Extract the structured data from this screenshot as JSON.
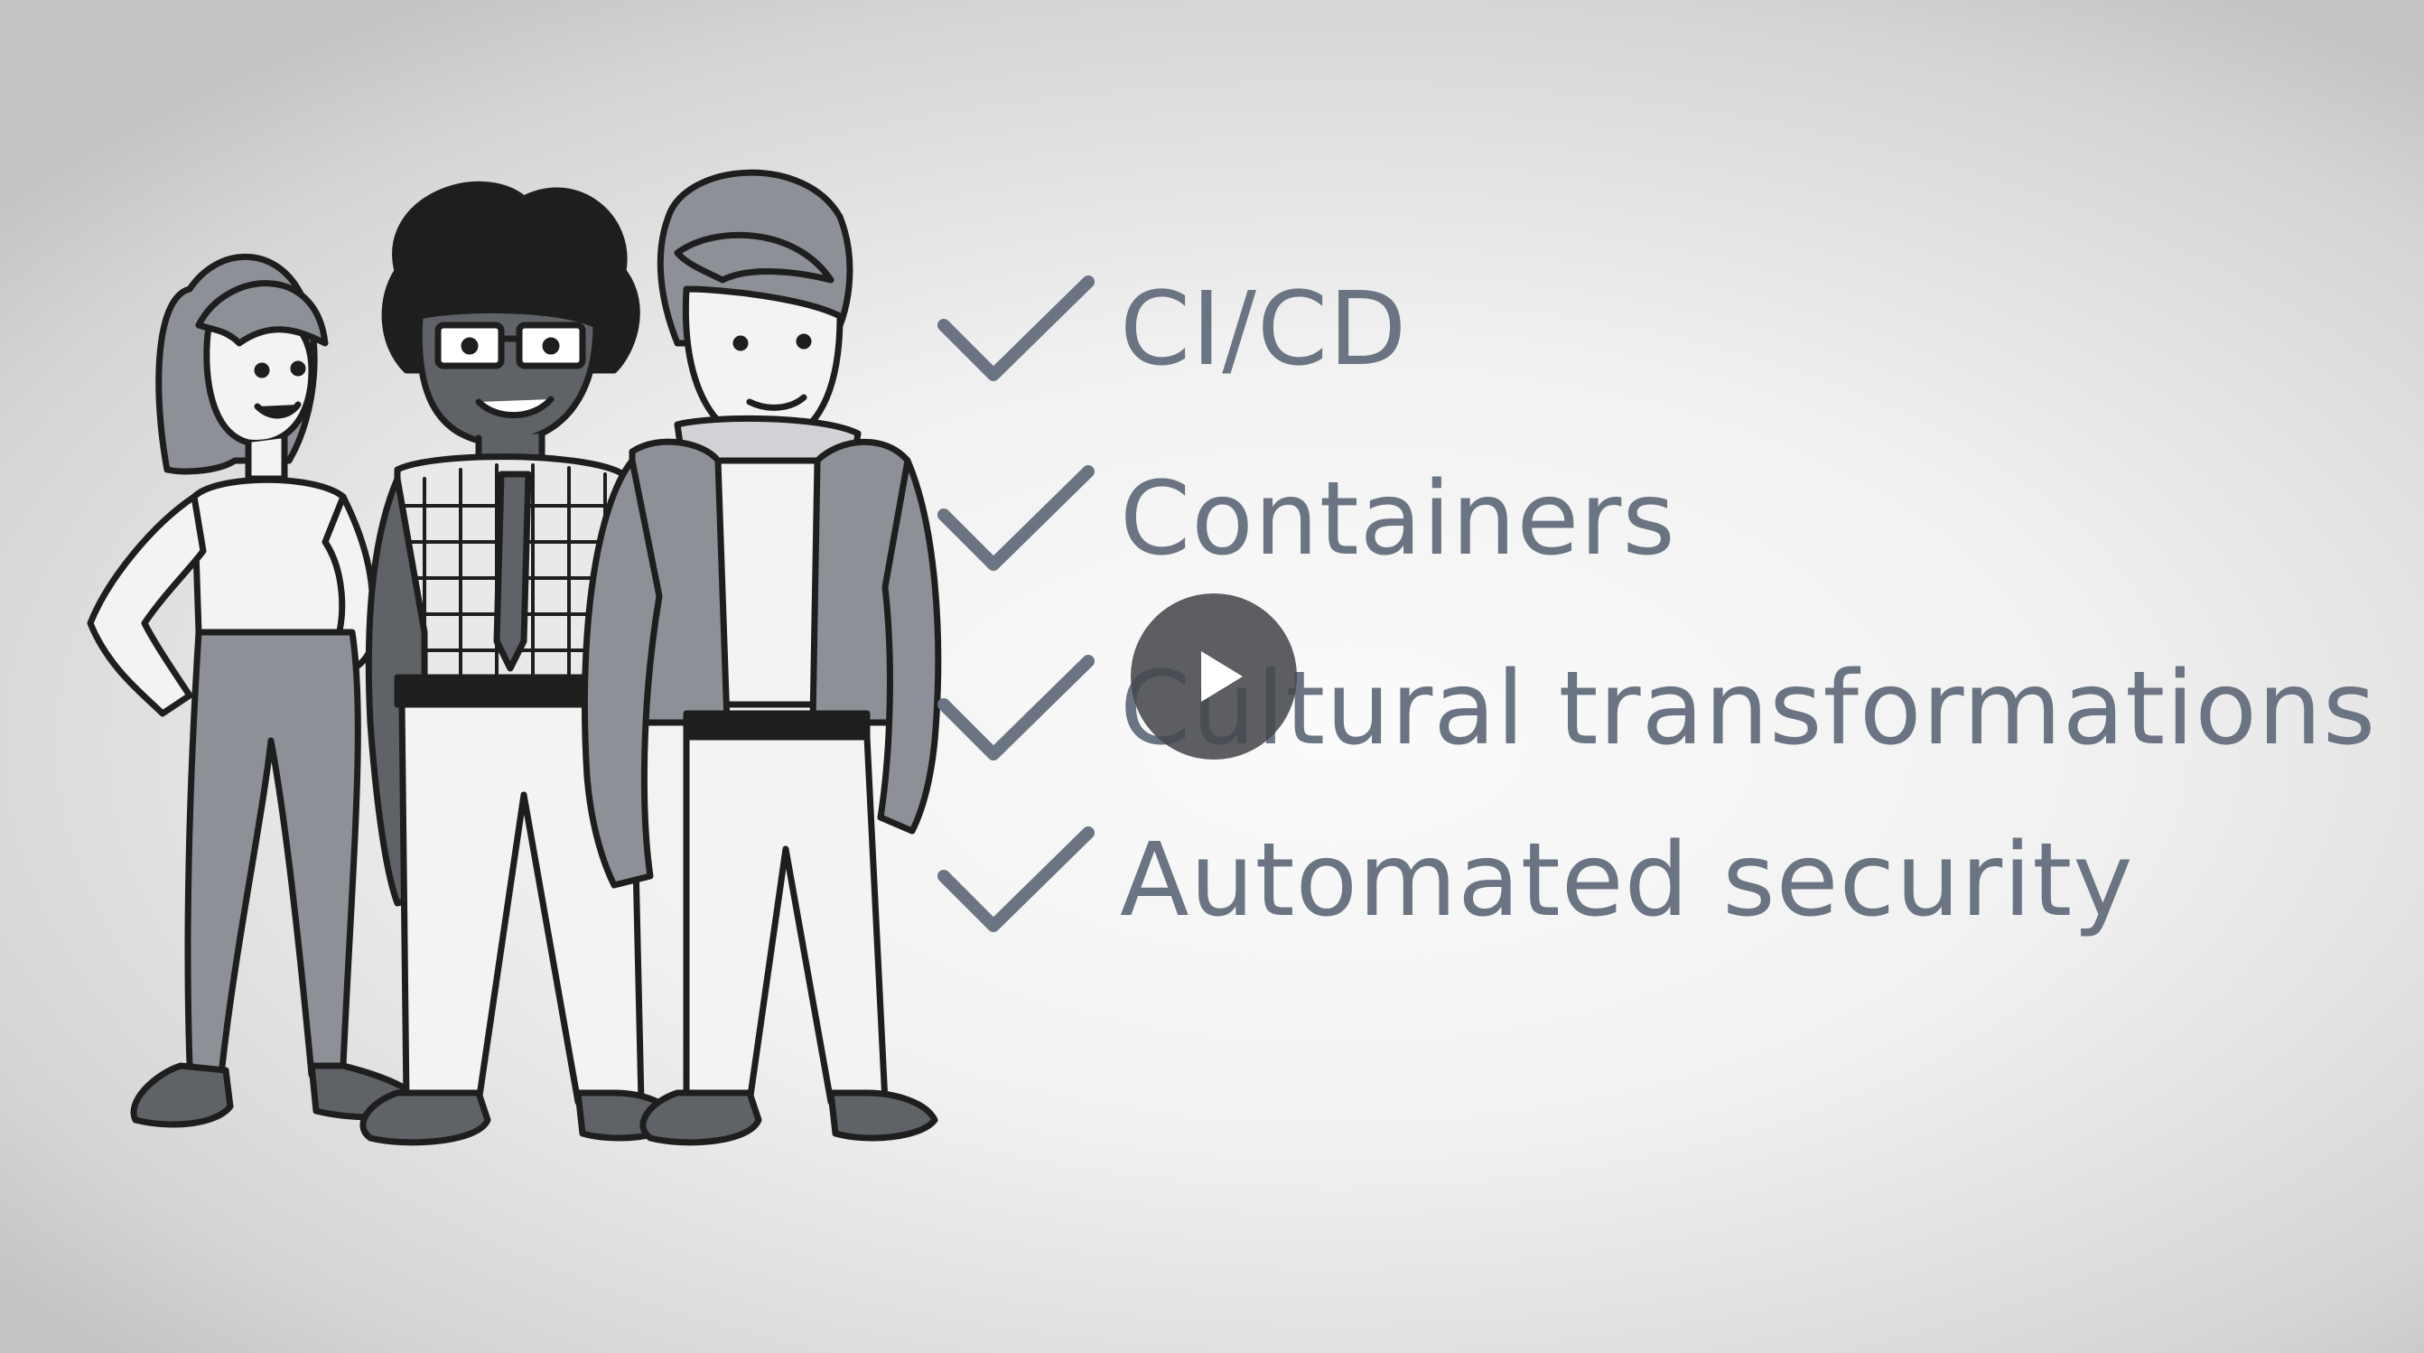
{
  "video": {
    "checklist": [
      {
        "label": "CI/CD",
        "icon": "checkmark-icon"
      },
      {
        "label": "Containers",
        "icon": "checkmark-icon"
      },
      {
        "label": "Cultural transformations",
        "icon": "checkmark-icon"
      },
      {
        "label": "Automated security",
        "icon": "checkmark-icon"
      }
    ],
    "play_icon": "play-icon",
    "colors": {
      "text": "#6a7482",
      "check": "#6a7482",
      "play_bg": "#46484c",
      "play_glyph": "#ffffff"
    }
  }
}
